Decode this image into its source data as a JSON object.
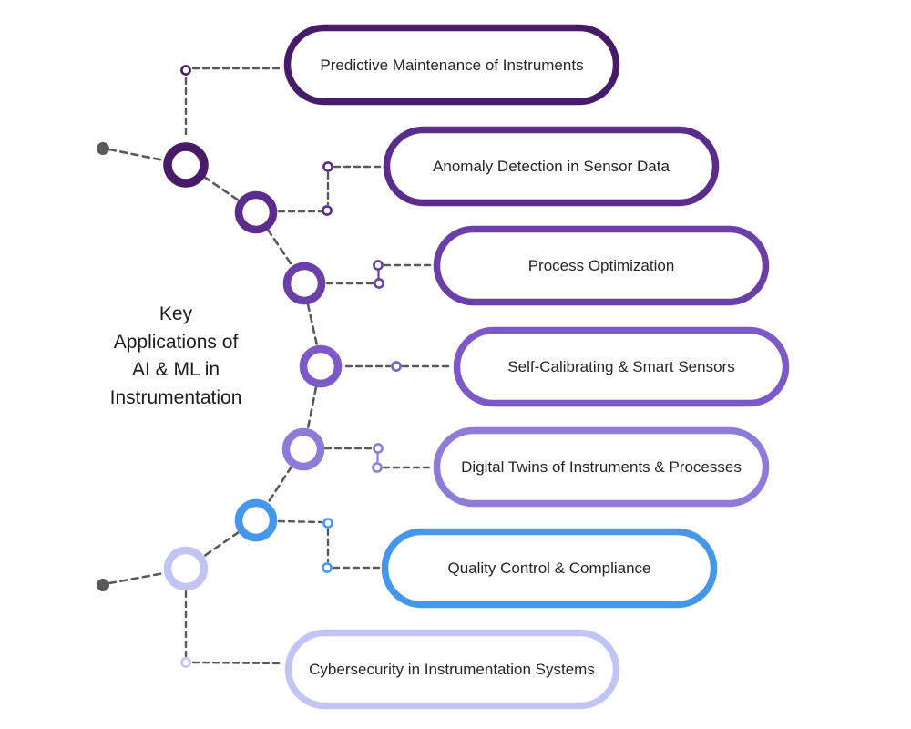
{
  "title": {
    "lines": [
      "Key",
      "Applications of",
      "AI & ML in",
      "Instrumentation"
    ]
  },
  "items": [
    {
      "label": "Predictive Maintenance of Instruments",
      "color": "#471b68"
    },
    {
      "label": "Anomaly Detection in Sensor Data",
      "color": "#5c2c8c"
    },
    {
      "label": "Process Optimization",
      "color": "#6a3fa8"
    },
    {
      "label": "Self-Calibrating & Smart Sensors",
      "color": "#7c58c8"
    },
    {
      "label": "Digital Twins of Instruments & Processes",
      "color": "#8e7ad9"
    },
    {
      "label": "Quality Control & Compliance",
      "color": "#4597ec"
    },
    {
      "label": "Cybersecurity in Instrumentation Systems",
      "color": "#c1c5f5"
    }
  ],
  "colors": {
    "path_gray": "#58595b",
    "text": "#262626",
    "background": "#ffffff"
  }
}
